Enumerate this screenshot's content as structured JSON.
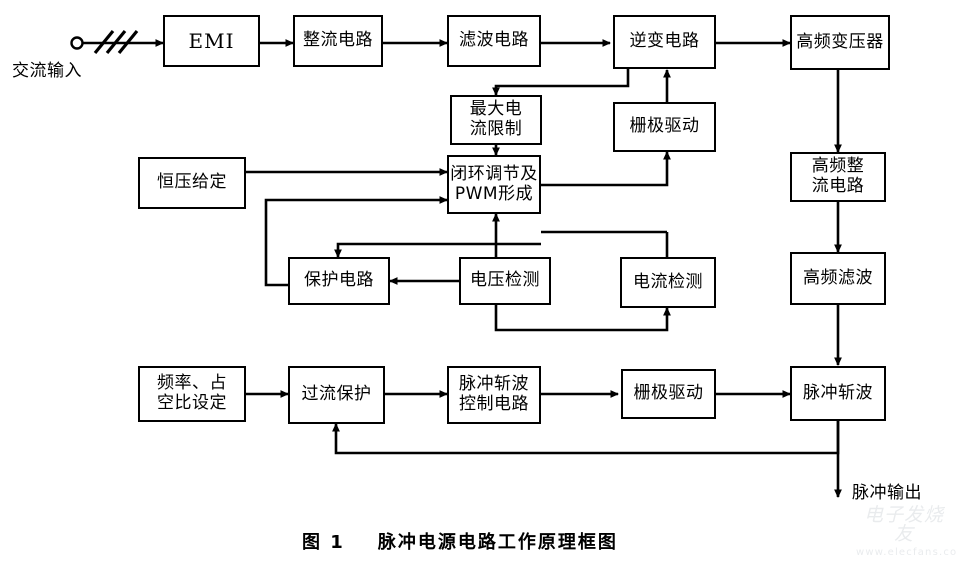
{
  "figure": {
    "caption": "图 1    脉冲电源电路工作原理框图",
    "input_label": "交流输入",
    "output_label": "脉冲输出"
  },
  "blocks": {
    "emi": "EMI",
    "rectifier": "整流电路",
    "filter": "滤波电路",
    "inverter": "逆变电路",
    "hf_transformer": "高频变压器",
    "max_current_limit": "最大电\n流限制",
    "gate_drive_top": "栅极驱动",
    "hf_rectifier": "高频整\n流电路",
    "const_voltage": "恒压给定",
    "pwm": "闭环调节及\nPWM形成",
    "protection": "保护电路",
    "voltage_detect": "电压检测",
    "current_detect": "电流检测",
    "hf_filter": "高频滤波",
    "freq_duty": "频率、占\n空比设定",
    "over_current": "过流保护",
    "chopper_control": "脉冲斩波\n控制电路",
    "gate_drive_bottom": "栅极驱动",
    "chopper": "脉冲斩波"
  },
  "watermark": {
    "main": "电子发烧友",
    "sub": "www.elecfans.com"
  },
  "style": {
    "line_color": "#000000",
    "background": "#ffffff"
  }
}
